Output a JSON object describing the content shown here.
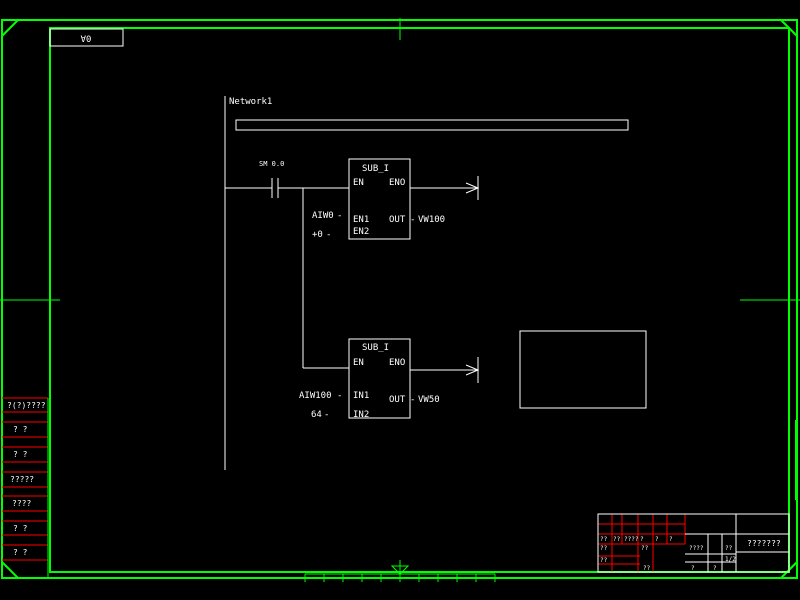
{
  "sheet": {
    "code": "0A",
    "colors": {
      "frame": "#00ff00",
      "lines": "#ffffff",
      "title_rows": "#ff0000",
      "background": "#000000"
    }
  },
  "network": {
    "title": "Network1",
    "contact_label": "SM  0.0",
    "block1": {
      "name": "SUB_I",
      "en": "EN",
      "eno": "ENO",
      "in1": "EN1",
      "in2": "EN2",
      "out": "OUT",
      "in1_operand": "AIW0",
      "in2_operand": "+0",
      "out_operand": "VW100"
    },
    "block2": {
      "name": "SUB_I",
      "en": "EN",
      "eno": "ENO",
      "in1": "IN1",
      "in2": "IN2",
      "out": "OUT",
      "in1_operand": "AIW100",
      "in2_operand": "64",
      "out_operand": "VW50"
    }
  },
  "side_table": [
    "?(?)????",
    "?   ?",
    "?   ?",
    "?????",
    "????",
    "?   ?",
    "?   ?"
  ],
  "title_block": {
    "main_title": "???????",
    "cells": [
      "??",
      "??",
      "????",
      "?",
      "?",
      "?",
      "??",
      "??",
      "????",
      "??",
      "1/2",
      "??",
      "?",
      "?",
      "??"
    ]
  }
}
